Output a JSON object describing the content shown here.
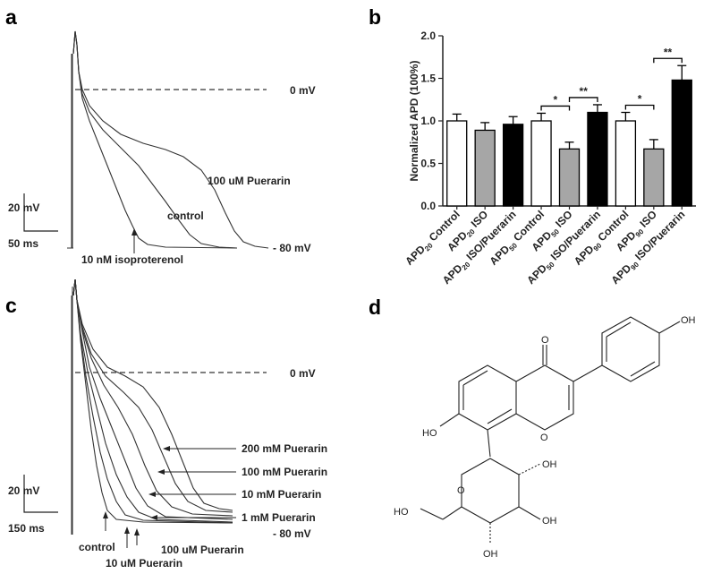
{
  "panels": {
    "a": "a",
    "b": "b",
    "c": "c",
    "d": "d"
  },
  "panel_a": {
    "zero_label": "0 mV",
    "rest_label": "- 80 mV",
    "scale_v": "20 mV",
    "scale_t": "50 ms",
    "trace_labels": [
      "100 uM Puerarin",
      "control",
      "10 nM isoproterenol"
    ]
  },
  "panel_c": {
    "zero_label": "0 mV",
    "rest_label": "- 80 mV",
    "scale_v": "20 mV",
    "scale_t": "150 ms",
    "trace_labels": [
      "200 mM Puerarin",
      "100 mM Puerarin",
      "10 mM Puerarin",
      "1 mM Puerarin",
      "control",
      "100 uM Puerarin",
      "10 uM Puerarin"
    ]
  },
  "panel_d": {
    "atoms": [
      "O",
      "OH",
      "HO",
      "O",
      "O",
      "OH",
      "HO",
      "OH",
      "OH"
    ]
  },
  "chart_data": {
    "type": "bar",
    "ylabel": "Normalized APD (100%)",
    "ylim": [
      0,
      2.0
    ],
    "yticks": [
      "0.0",
      "0.5",
      "1.0",
      "1.5",
      "2.0"
    ],
    "categories": [
      {
        "pre": "APD",
        "sub": "20",
        "post": " Control"
      },
      {
        "pre": "APD",
        "sub": "20",
        "post": " ISO"
      },
      {
        "pre": "APD",
        "sub": "20",
        "post": " ISO/Puerarin"
      },
      {
        "pre": "APD",
        "sub": "50",
        "post": " Control"
      },
      {
        "pre": "APD",
        "sub": "50",
        "post": "  ISO"
      },
      {
        "pre": "APD",
        "sub": "50",
        "post": " ISO/Puerarin"
      },
      {
        "pre": "APD",
        "sub": "90",
        "post": " Control"
      },
      {
        "pre": "APD",
        "sub": "90",
        "post": "  ISO"
      },
      {
        "pre": "APD",
        "sub": "90",
        "post": " ISO/Puerarin"
      }
    ],
    "values": [
      1.0,
      0.89,
      0.96,
      1.0,
      0.67,
      1.1,
      1.0,
      0.67,
      1.48
    ],
    "errors": [
      0.08,
      0.09,
      0.09,
      0.09,
      0.08,
      0.09,
      0.1,
      0.11,
      0.17
    ],
    "bar_colors": [
      "#ffffff",
      "#a6a6a6",
      "#000000",
      "#ffffff",
      "#a6a6a6",
      "#000000",
      "#ffffff",
      "#a6a6a6",
      "#000000"
    ],
    "significance": [
      {
        "from": 3,
        "to": 4,
        "label": "*"
      },
      {
        "from": 4,
        "to": 5,
        "label": "**"
      },
      {
        "from": 6,
        "to": 7,
        "label": "*"
      },
      {
        "from": 7,
        "to": 8,
        "label": "**"
      }
    ]
  }
}
